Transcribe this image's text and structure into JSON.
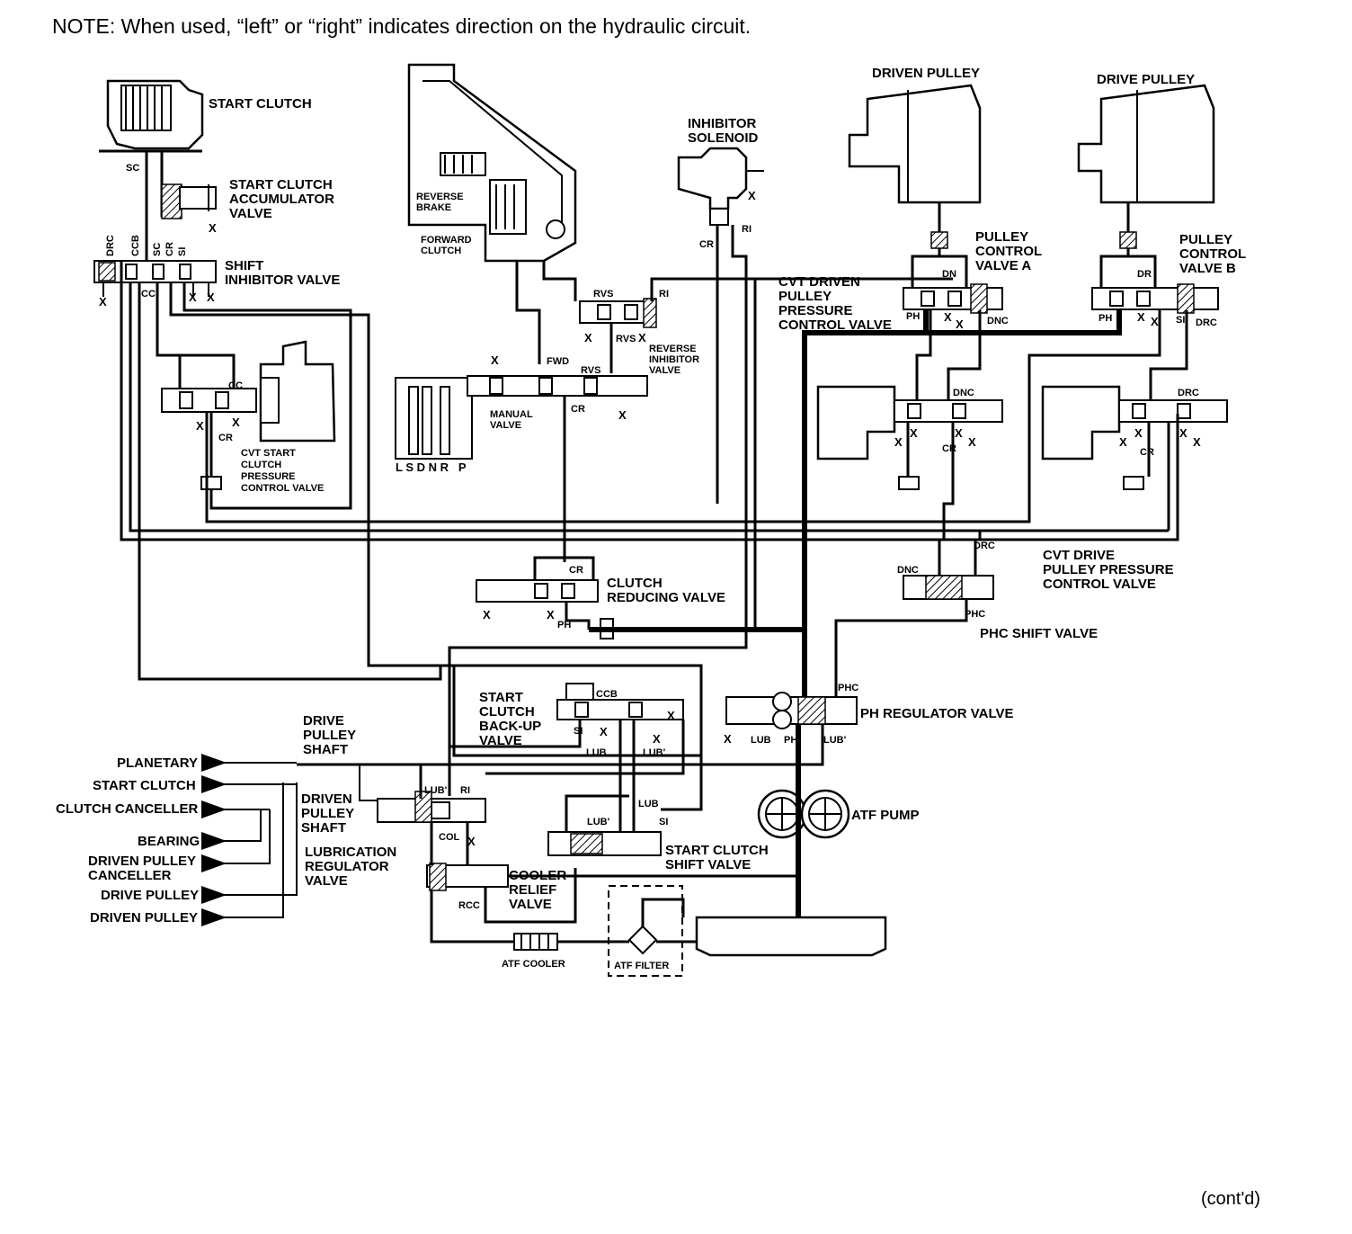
{
  "note": "NOTE: When used, “left” or “right” indicates direction on the hydraulic circuit.",
  "contd": "(cont'd)",
  "components": {
    "start_clutch": "START CLUTCH",
    "start_clutch_accumulator": [
      "START CLUTCH",
      "ACCUMULATOR",
      "VALVE"
    ],
    "shift_inhibitor": [
      "SHIFT",
      "INHIBITOR VALVE"
    ],
    "cvt_start_clutch_pcv": [
      "CVT START",
      "CLUTCH",
      "PRESSURE",
      "CONTROL VALVE"
    ],
    "reverse_brake": [
      "REVERSE",
      "BRAKE"
    ],
    "forward_clutch": [
      "FORWARD",
      "CLUTCH"
    ],
    "reverse_inhibitor": [
      "REVERSE",
      "INHIBITOR",
      "VALVE"
    ],
    "manual_valve": [
      "MANUAL",
      "VALVE"
    ],
    "manual_positions": "L S D N R   P",
    "inhibitor_solenoid": [
      "INHIBITOR",
      "SOLENOID"
    ],
    "driven_pulley": "DRIVEN PULLEY",
    "drive_pulley": "DRIVE PULLEY",
    "pulley_control_a": [
      "PULLEY",
      "CONTROL",
      "VALVE A"
    ],
    "pulley_control_b": [
      "PULLEY",
      "CONTROL",
      "VALVE B"
    ],
    "cvt_driven_pcv": [
      "CVT DRIVEN",
      "PULLEY",
      "PRESSURE",
      "CONTROL VALVE"
    ],
    "cvt_drive_pcv": [
      "CVT DRIVE",
      "PULLEY PRESSURE",
      "CONTROL VALVE"
    ],
    "phc_shift": "PHC SHIFT VALVE",
    "clutch_reducing": [
      "CLUTCH",
      "REDUCING VALVE"
    ],
    "ph_regulator": "PH REGULATOR VALVE",
    "start_clutch_backup": [
      "START",
      "CLUTCH",
      "BACK-UP",
      "VALVE"
    ],
    "drive_pulley_shaft": [
      "DRIVE",
      "PULLEY",
      "SHAFT"
    ],
    "driven_pulley_shaft": [
      "DRIVEN",
      "PULLEY",
      "SHAFT"
    ],
    "lubrication_regulator": [
      "LUBRICATION",
      "REGULATOR",
      "VALVE"
    ],
    "cooler_relief": [
      "COOLER",
      "RELIEF",
      "VALVE"
    ],
    "start_clutch_shift": [
      "START CLUTCH",
      "SHIFT VALVE"
    ],
    "atf_pump": "ATF PUMP",
    "atf_cooler": "ATF COOLER",
    "atf_filter": "ATF FILTER"
  },
  "outputs": [
    "PLANETARY",
    "START CLUTCH",
    "CLUTCH CANCELLER",
    "BEARING",
    "DRIVEN PULLEY\nCANCELLER",
    "DRIVE PULLEY",
    "DRIVEN PULLEY"
  ],
  "port_labels": {
    "sc": "SC",
    "drc": "DRC",
    "ccb": "CCB",
    "cr": "CR",
    "si": "SI",
    "cc": "CC",
    "rvs": "RVS",
    "ri": "RI",
    "fwd": "FWD",
    "dn": "DN",
    "dr": "DR",
    "ph": "PH",
    "dnc": "DNC",
    "phc": "PHC",
    "lub": "LUB",
    "lub_prime": "LUB'",
    "col": "COL",
    "rcc": "RCC",
    "x": "X"
  },
  "colors": {
    "ink": "#000000",
    "paper": "#ffffff"
  }
}
